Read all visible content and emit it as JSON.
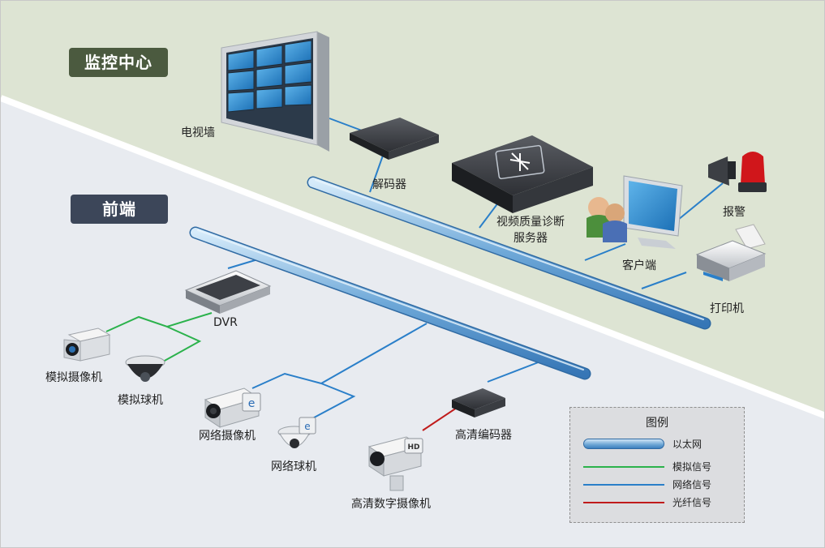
{
  "sections": {
    "monitor_center": "监控中心",
    "front_end": "前端"
  },
  "devices": {
    "video_wall": "电视墙",
    "decoder": "解码器",
    "vq_server_line1": "视频质量诊断",
    "vq_server_line2": "服务器",
    "client": "客户端",
    "alarm": "报警",
    "printer": "打印机",
    "dvr": "DVR",
    "analog_camera": "模拟摄像机",
    "analog_dome": "模拟球机",
    "ip_camera": "网络摄像机",
    "ip_dome": "网络球机",
    "hd_camera": "高清数字摄像机",
    "hd_encoder": "高清编码器"
  },
  "legend": {
    "title": "图例",
    "items": [
      {
        "label": "以太网",
        "kind": "pipe",
        "color": "#4a8cc8"
      },
      {
        "label": "模拟信号",
        "kind": "line",
        "color": "#2bb24c"
      },
      {
        "label": "网络信号",
        "kind": "line",
        "color": "#2a7fc9"
      },
      {
        "label": "光纤信号",
        "kind": "line",
        "color": "#c01b1b"
      }
    ]
  },
  "colors": {
    "monitor_bg": "#dde4d3",
    "front_bg": "#e8ebf0",
    "monitor_tag": "#4b5a3f",
    "front_tag": "#3c4659",
    "ethernet": "#4a8cc8",
    "analog": "#2bb24c",
    "network": "#2a7fc9",
    "fiber": "#c01b1b"
  },
  "icons": [
    "video-wall-icon",
    "decoder-icon",
    "server-icon",
    "client-pc-icon",
    "alarm-light-icon",
    "printer-icon",
    "dvr-icon",
    "analog-camera-icon",
    "dome-camera-icon",
    "ip-camera-icon",
    "hd-camera-icon",
    "encoder-icon"
  ]
}
